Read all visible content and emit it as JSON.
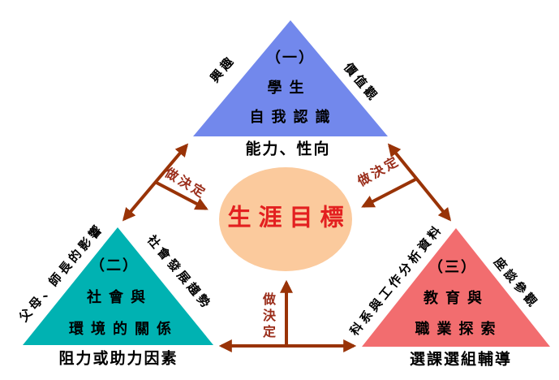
{
  "center": {
    "label": "生涯目標"
  },
  "top_triangle": {
    "number": "（一）",
    "line1": "學生",
    "line2": "自我認識",
    "base_label": "能力、性向",
    "left_label": "興趣",
    "right_label": "價值觀"
  },
  "left_triangle": {
    "number": "（二）",
    "line1": "社會與",
    "line2": "環境的關係",
    "base_label": "阻力或助力因素",
    "left_label": "父母、師長的影響",
    "right_label": "社會發展趨勢"
  },
  "right_triangle": {
    "number": "（三）",
    "line1": "教育與",
    "line2": "職業探索",
    "base_label": "選課選組輔導",
    "left_label": "科系與工作分析資料",
    "right_label": "座談參觀"
  },
  "decisions": {
    "left": "做決定",
    "right": "做決定",
    "bottom": "做決定"
  },
  "colors": {
    "top_triangle": "#7288ec",
    "left_triangle": "#00b2b2",
    "right_triangle": "#f26d6f",
    "center_ellipse": "#fbca9d",
    "center_text": "#e32020",
    "arrow": "#993307",
    "decision_text": "#9a2d1a"
  }
}
